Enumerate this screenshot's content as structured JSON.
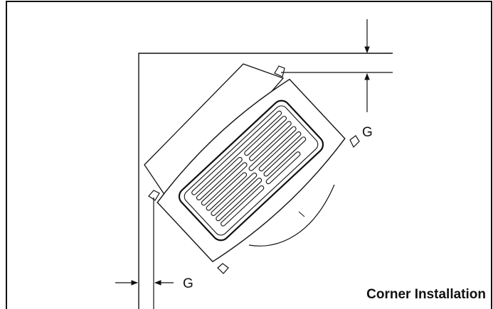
{
  "labels": {
    "gap_top": "G",
    "gap_left": "G",
    "caption": "Corner Installation"
  },
  "colors": {
    "ink": "#111111",
    "background": "#ffffff"
  }
}
